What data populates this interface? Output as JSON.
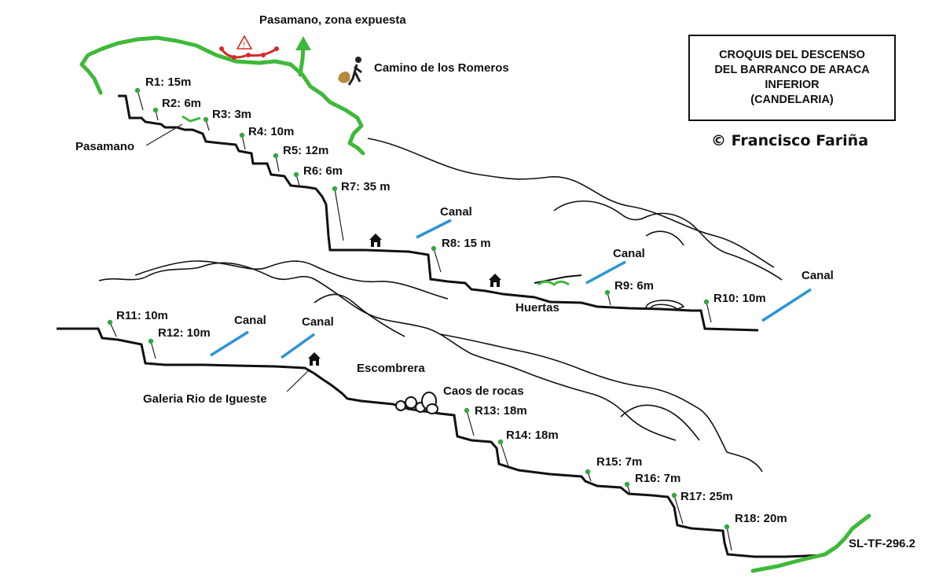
{
  "title": "CROQUIS DEL DESCENSO\nDEL BARRANCO DE ARACA\nINFERIOR\n(CANDELARIA)",
  "copyright": "© Francisco Fariña",
  "warning": "Pasamano, zona expuesta",
  "path_name": "Camino de los Romeros",
  "trail_code": "SL-TF-296.2",
  "labels": {
    "pasamano": "Pasamano",
    "canal": "Canal",
    "huertas": "Huertas",
    "galeria": "Galeria Rio de Igueste",
    "escombrera": "Escombrera",
    "caos": "Caos de rocas"
  },
  "rappels": [
    {
      "id": "R1",
      "label": "R1: 15m"
    },
    {
      "id": "R2",
      "label": "R2: 6m"
    },
    {
      "id": "R3",
      "label": "R3: 3m"
    },
    {
      "id": "R4",
      "label": "R4: 10m"
    },
    {
      "id": "R5",
      "label": "R5: 12m"
    },
    {
      "id": "R6",
      "label": "R6: 6m"
    },
    {
      "id": "R7",
      "label": "R7: 35 m"
    },
    {
      "id": "R8",
      "label": "R8: 15 m"
    },
    {
      "id": "R9",
      "label": "R9: 6m"
    },
    {
      "id": "R10",
      "label": "R10: 10m"
    },
    {
      "id": "R11",
      "label": "R11: 10m"
    },
    {
      "id": "R12",
      "label": "R12: 10m"
    },
    {
      "id": "R13",
      "label": "R13: 18m"
    },
    {
      "id": "R14",
      "label": "R14: 18m"
    },
    {
      "id": "R15",
      "label": "R15: 7m"
    },
    {
      "id": "R16",
      "label": "R16: 7m"
    },
    {
      "id": "R17",
      "label": "R17: 25m"
    },
    {
      "id": "R18",
      "label": "R18: 20m"
    }
  ],
  "colors": {
    "trail": "#3fb93a",
    "canal": "#2b95d6",
    "warning": "#d42b2b",
    "ink": "#111111"
  }
}
